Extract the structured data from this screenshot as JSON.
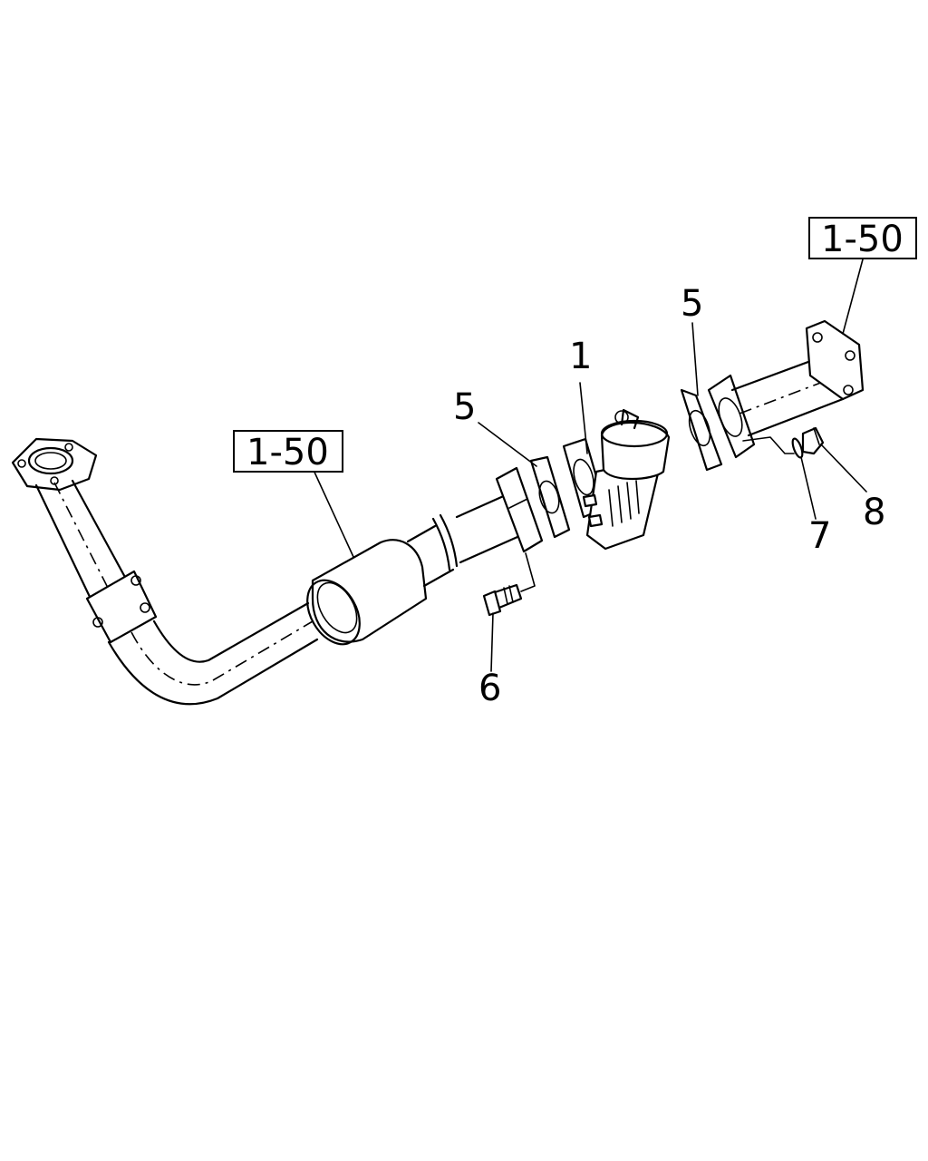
{
  "callouts": {
    "part_1": "1",
    "part_5_left": "5",
    "part_5_right": "5",
    "part_6": "6",
    "part_7": "7",
    "part_8": "8"
  },
  "references": {
    "ref_left": "1-50",
    "ref_right": "1-50"
  }
}
